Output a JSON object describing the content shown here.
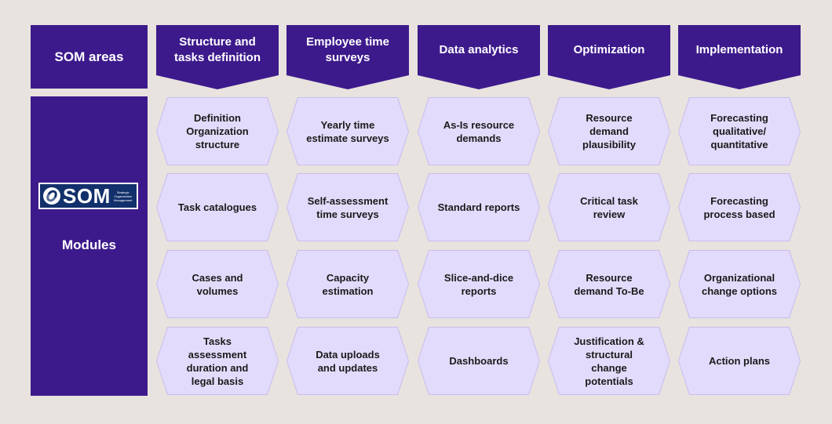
{
  "left": {
    "areas_label": "SOM areas",
    "modules_label": "Modules",
    "logo": {
      "text": "SOM",
      "subtext": "Strategic Organization Management"
    }
  },
  "columns": [
    {
      "header": "Structure and tasks definition",
      "items": [
        "Definition Organization structure",
        "Task catalogues",
        "Cases and volumes",
        "Tasks assessment duration and legal basis"
      ]
    },
    {
      "header": "Employee time surveys",
      "items": [
        "Yearly time estimate surveys",
        "Self-assessment time surveys",
        "Capacity estimation",
        "Data uploads and updates"
      ]
    },
    {
      "header": "Data analytics",
      "items": [
        "As-Is resource demands",
        "Standard reports",
        "Slice-and-dice reports",
        "Dashboards"
      ]
    },
    {
      "header": "Optimization",
      "items": [
        "Resource demand plausibility",
        "Critical task review",
        "Resource demand To-Be",
        "Justification & structural change potentials"
      ]
    },
    {
      "header": "Implementation",
      "items": [
        "Forecasting qualitative/ quantitative",
        "Forecasting process based",
        "Organizational change options",
        "Action plans"
      ]
    }
  ],
  "colors": {
    "header": "#3d1a8c",
    "cell_fill": "#e3dbfb",
    "cell_border": "#c9bdf0",
    "background": "#e8e3de"
  }
}
